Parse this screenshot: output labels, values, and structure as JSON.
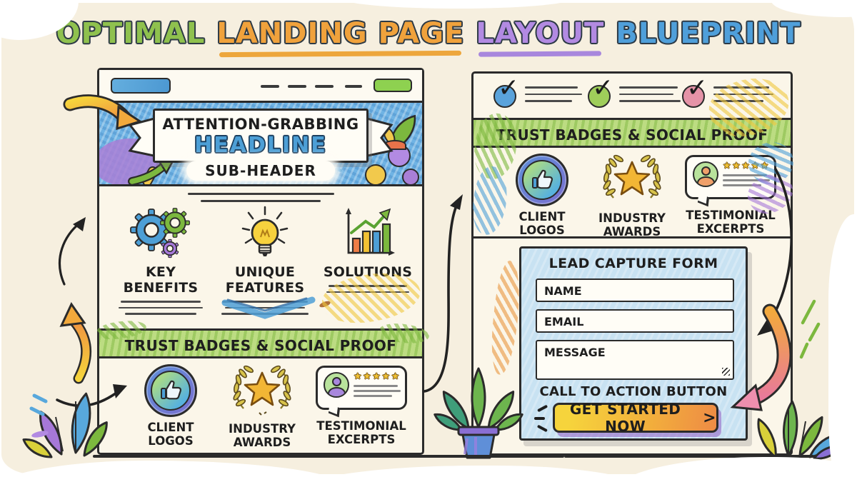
{
  "page_title": {
    "word1": "OPTIMAL",
    "word2": "LANDING PAGE",
    "word3": "LAYOUT",
    "word4": "BLUEPRINT"
  },
  "left_panel": {
    "hero": {
      "headline_top": "ATTENTION-GRABBING",
      "headline_main": "HEADLINE",
      "subheader": "SUB-HEADER"
    },
    "features": [
      {
        "label": "KEY BENEFITS",
        "icon": "gears-icon"
      },
      {
        "label": "UNIQUE FEATURES",
        "icon": "lightbulb-icon"
      },
      {
        "label": "SOLUTIONS",
        "icon": "bar-chart-icon"
      }
    ],
    "trust_band_label": "TRUST BADGES & SOCIAL PROOF",
    "badges": [
      {
        "line1": "CLIENT",
        "line2": "LOGOS",
        "icon": "thumbs-up-badge-icon"
      },
      {
        "line1": "INDUSTRY",
        "line2": "AWARDS",
        "icon": "laurel-star-icon"
      },
      {
        "line1": "TESTIMONIAL",
        "line2": "EXCERPTS",
        "icon": "testimonial-card-icon"
      }
    ],
    "testimonial_stars": "★★★★★"
  },
  "right_panel": {
    "checklist": {
      "items": 3,
      "icon": "checkmark-circle-icon"
    },
    "trust_band_label": "TRUST BADGES & SOCIAL PROOF",
    "badges": [
      {
        "line1": "CLIENT",
        "line2": "LOGOS",
        "icon": "thumbs-up-badge-icon"
      },
      {
        "line1": "INDUSTRY",
        "line2": "AWARDS",
        "icon": "laurel-star-icon"
      },
      {
        "line1": "TESTIMONIAL",
        "line2": "EXCERPTS",
        "icon": "testimonial-card-icon"
      }
    ],
    "testimonial_stars": "★★★★★",
    "form": {
      "title": "LEAD CAPTURE FORM",
      "fields": [
        {
          "label": "NAME"
        },
        {
          "label": "EMAIL"
        },
        {
          "label": "MESSAGE"
        }
      ],
      "cta_caption": "CALL TO ACTION BUTTON",
      "button_label": "GET STARTED NOW",
      "button_arrow": ">"
    }
  },
  "icons": {
    "check": "✓",
    "star": "★"
  },
  "colors": {
    "paper": "#f6efdf",
    "ink": "#2b2b2b",
    "title_green": "#8fc14e",
    "title_orange": "#f0a23c",
    "title_purple": "#b28ae2",
    "title_blue": "#4f9fda",
    "hero_blue": "#6fb3e4",
    "band_green": "#bcdc82",
    "form_blue": "#c8e2f2",
    "button_yellow": "#f6d43c",
    "button_orange": "#ee8b45",
    "check_blue": "#5aa3db",
    "check_green": "#9fce5a",
    "check_pink": "#e593a7"
  }
}
